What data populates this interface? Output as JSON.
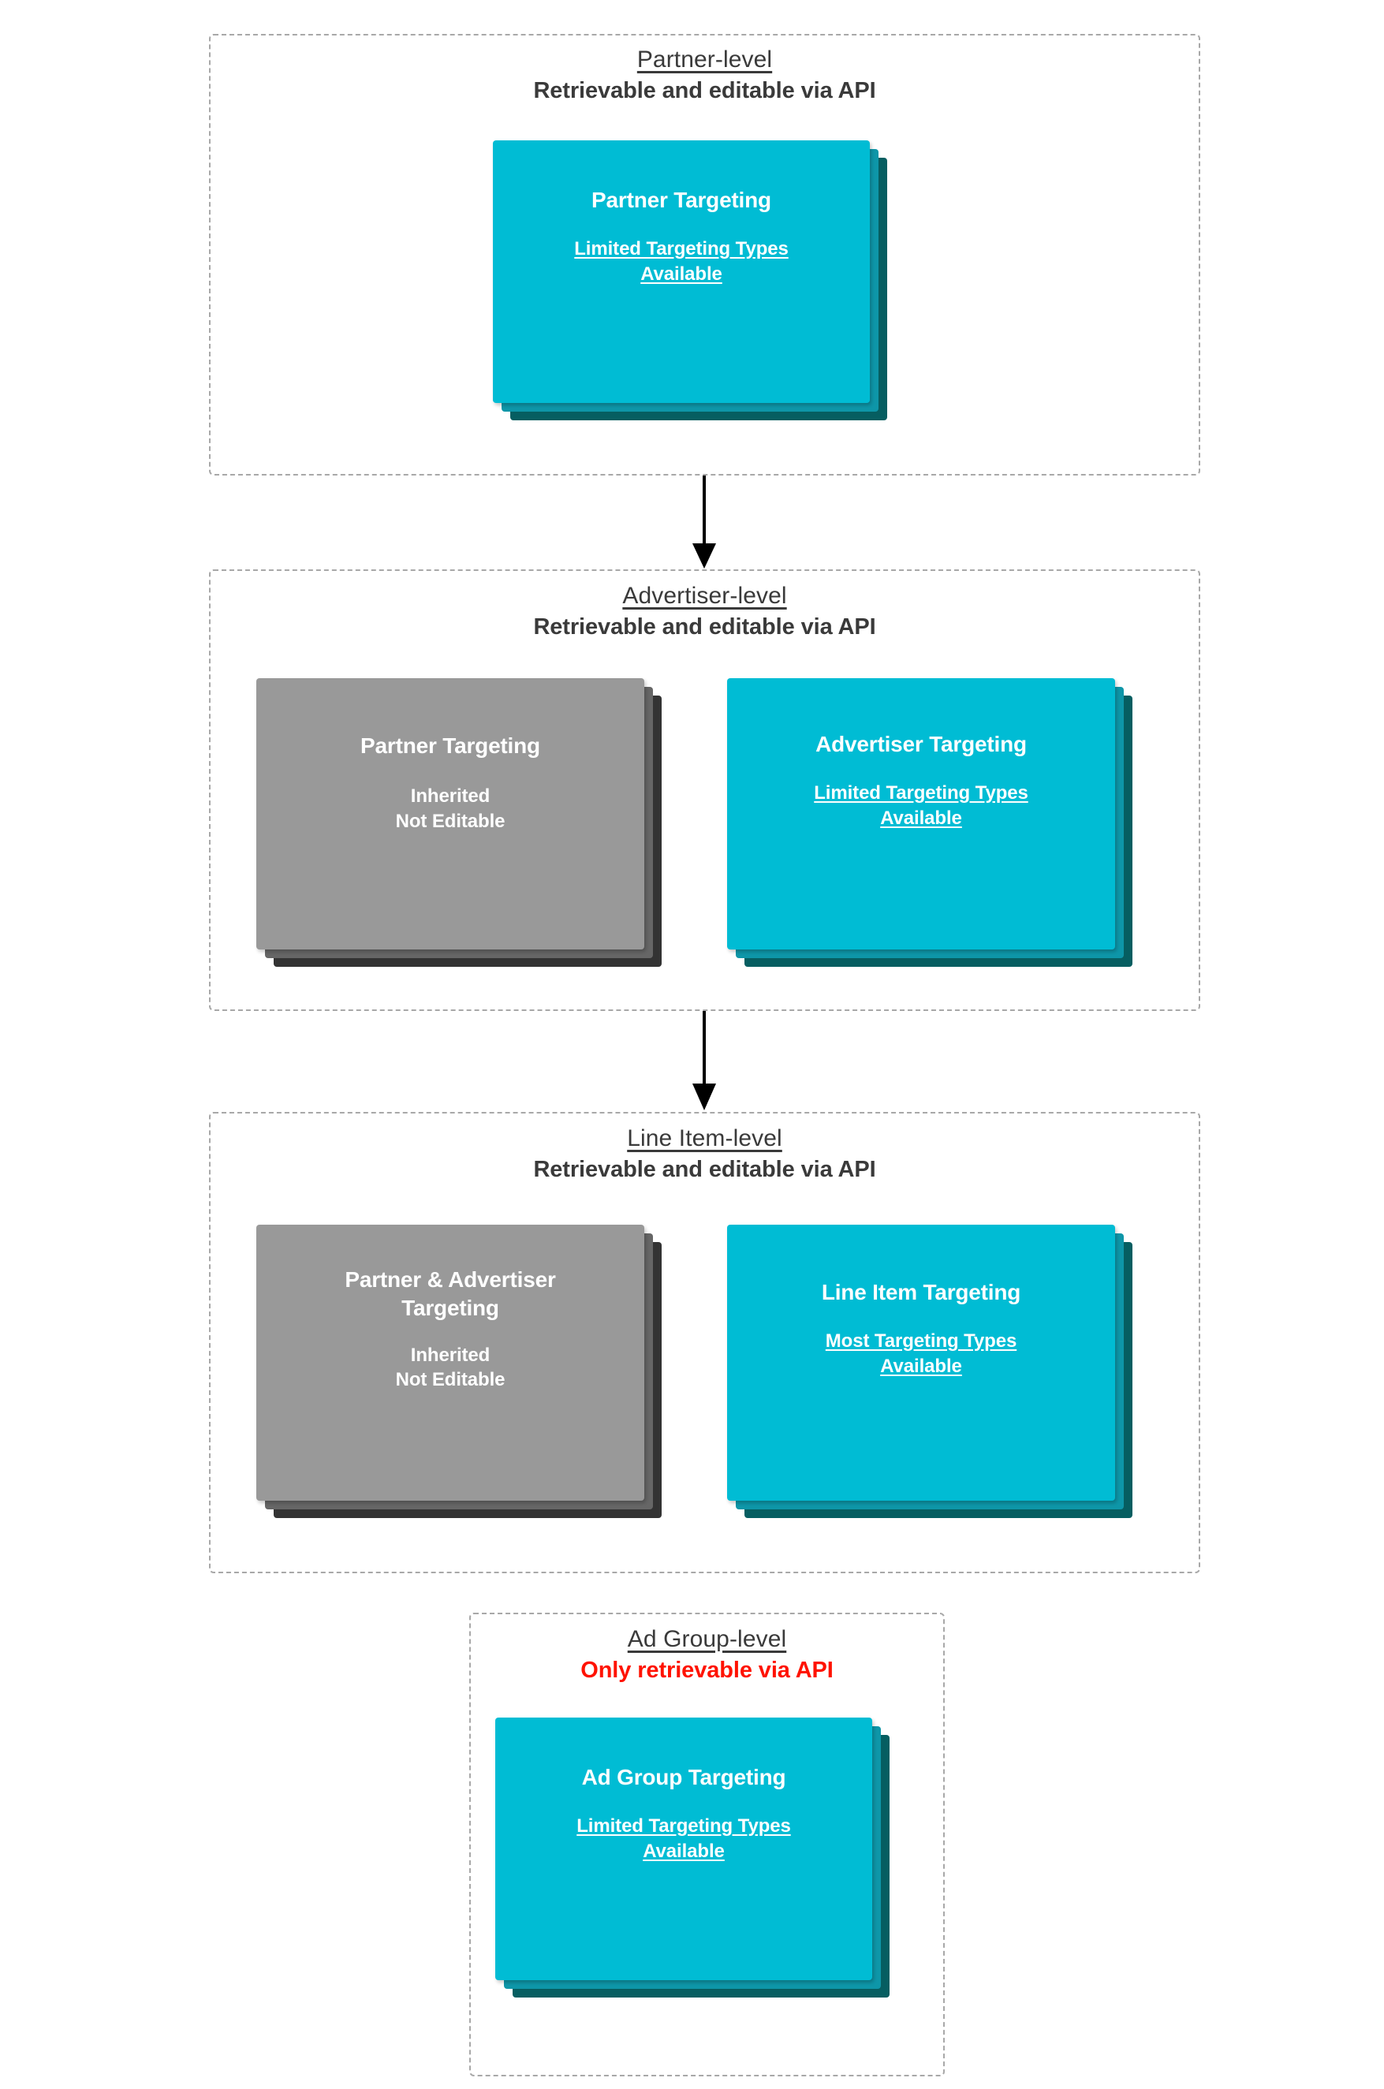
{
  "diagram": {
    "title_semantic": "targeting-inheritance-hierarchy",
    "colors": {
      "card_front_cyan": "#00BCD4",
      "card_mid_cyan": "#0E96A8",
      "card_back_cyan": "#065E61",
      "card_front_gray": "#999999",
      "card_mid_gray": "#666666",
      "card_back_gray": "#333333",
      "container_border": "#A8A8A8",
      "text_dark": "#3A3A3A",
      "text_danger": "#FF1200",
      "card_text": "#FFFFFF"
    },
    "levels": [
      {
        "id": "partner-level",
        "title": "Partner-level",
        "subtitle": "Retrievable and editable via API",
        "subtitle_is_danger": false,
        "cards": [
          {
            "id": "partner-targeting",
            "title": "Partner Targeting",
            "note_line_1": "Limited Targeting Types",
            "note_line_2": "Available",
            "note_underlined": true,
            "palette": "cyan"
          }
        ]
      },
      {
        "id": "advertiser-level",
        "title": "Advertiser-level",
        "subtitle": "Retrievable and editable via API",
        "subtitle_is_danger": false,
        "cards": [
          {
            "id": "partner-targeting-inherited",
            "title": "Partner Targeting",
            "note_line_1": "Inherited",
            "note_line_2": "Not Editable",
            "note_underlined": false,
            "palette": "gray"
          },
          {
            "id": "advertiser-targeting",
            "title": "Advertiser Targeting",
            "note_line_1": "Limited Targeting Types",
            "note_line_2": "Available",
            "note_underlined": true,
            "palette": "cyan"
          }
        ]
      },
      {
        "id": "line-item-level",
        "title": "Line Item-level",
        "subtitle": "Retrievable and editable via API",
        "subtitle_is_danger": false,
        "cards": [
          {
            "id": "partner-advertiser-targeting-inherited",
            "title": "Partner & Advertiser Targeting",
            "note_line_1": "Inherited",
            "note_line_2": "Not Editable",
            "note_underlined": false,
            "palette": "gray"
          },
          {
            "id": "line-item-targeting",
            "title": "Line Item Targeting",
            "note_line_1": "Most Targeting Types",
            "note_line_2": "Available",
            "note_underlined": true,
            "palette": "cyan"
          }
        ]
      },
      {
        "id": "ad-group-level",
        "title": "Ad Group-level",
        "subtitle": "Only retrievable via API",
        "subtitle_is_danger": true,
        "cards": [
          {
            "id": "ad-group-targeting",
            "title": "Ad Group Targeting",
            "note_line_1": "Limited Targeting Types",
            "note_line_2": "Available",
            "note_underlined": true,
            "palette": "cyan"
          }
        ]
      }
    ],
    "connectors": [
      {
        "id": "arrow-partner-to-advertiser",
        "icon": "down-arrow-icon"
      },
      {
        "id": "arrow-advertiser-to-line-item",
        "icon": "down-arrow-icon"
      }
    ]
  }
}
